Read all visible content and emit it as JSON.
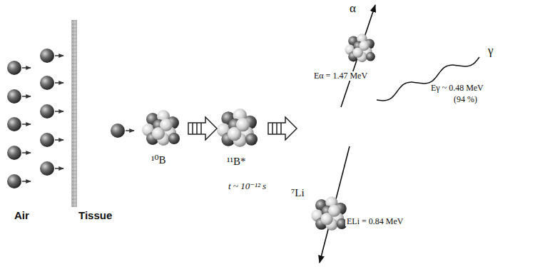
{
  "diagram": {
    "labels": [
      "Air",
      "Tissue",
      "¹⁰B",
      "¹¹B*",
      "t ~ 10⁻¹² s",
      "α",
      "Eα = 1.47 MeV",
      "γ",
      "Eγ ~ 0.48 MeV",
      "(94 %)",
      "⁷Li",
      "ELi = 0.84 MeV"
    ]
  }
}
